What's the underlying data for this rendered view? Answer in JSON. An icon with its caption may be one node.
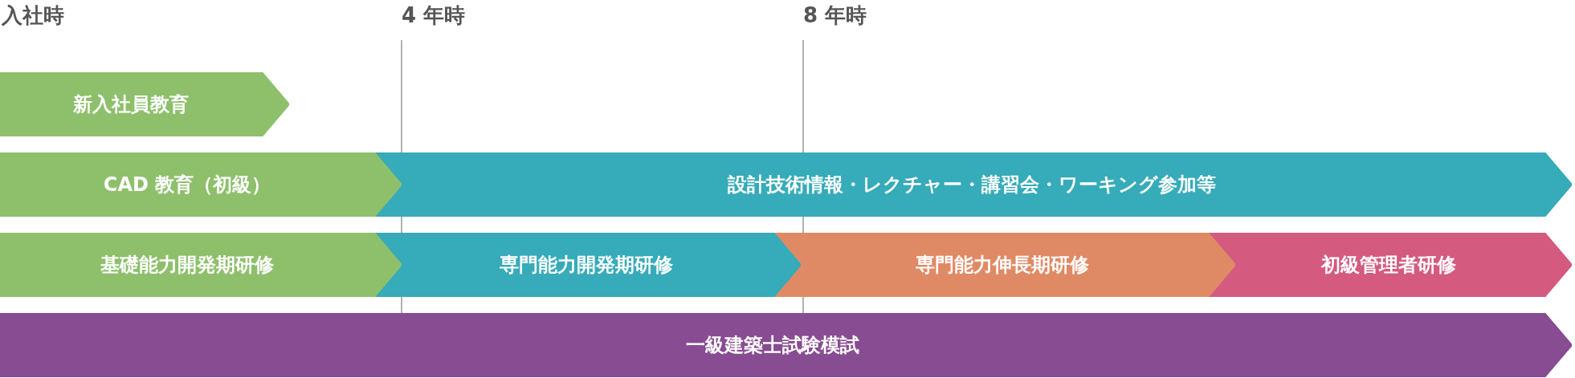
{
  "diagram": {
    "nodes": [
      {
        "text": [
          "新入社員教育"
        ]
      },
      {
        "text": [
          "CAD 教育（初級）"
        ]
      },
      {
        "text": [
          "設計技術情報・レクチャー・講習会・ワーキング参加等"
        ]
      },
      {
        "text": [
          "基礎能力開発期研修"
        ]
      },
      {
        "text": [
          "専門能力開発期研修"
        ]
      },
      {
        "text": [
          "専門能力伸長期研修"
        ]
      },
      {
        "text": [
          "初級管理者研修"
        ]
      },
      {
        "text": [
          "一級建築士試験模試"
        ]
      }
    ],
    "labels": [
      "入社時",
      "4 年時",
      "8 年時"
    ]
  }
}
